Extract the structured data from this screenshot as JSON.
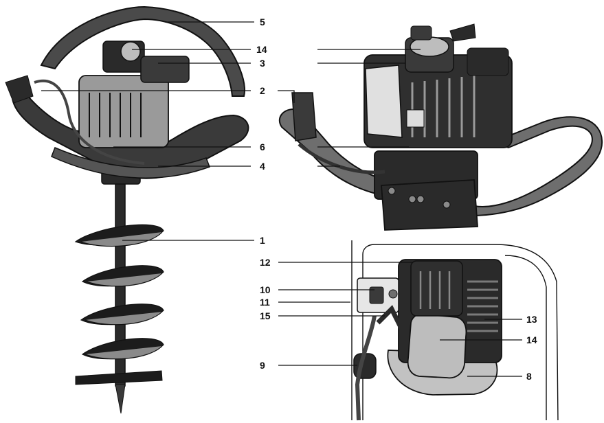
{
  "colors": {
    "ink": "#111111",
    "dark_metal": "#2a2a2a",
    "mid_gray": "#6e6e6e",
    "light_gray": "#b9b9b9",
    "pale": "#e6e6e6"
  },
  "callouts": [
    {
      "id": "c1",
      "label": "1"
    },
    {
      "id": "c2",
      "label": "2"
    },
    {
      "id": "c3",
      "label": "3"
    },
    {
      "id": "c4",
      "label": "4"
    },
    {
      "id": "c5",
      "label": "5"
    },
    {
      "id": "c6",
      "label": "6"
    },
    {
      "id": "c8",
      "label": "8"
    },
    {
      "id": "c9",
      "label": "9"
    },
    {
      "id": "c10",
      "label": "10"
    },
    {
      "id": "c11",
      "label": "11"
    },
    {
      "id": "c12",
      "label": "12"
    },
    {
      "id": "c13",
      "label": "13"
    },
    {
      "id": "c14a",
      "label": "14"
    },
    {
      "id": "c14b",
      "label": "14"
    },
    {
      "id": "c15",
      "label": "15"
    }
  ]
}
